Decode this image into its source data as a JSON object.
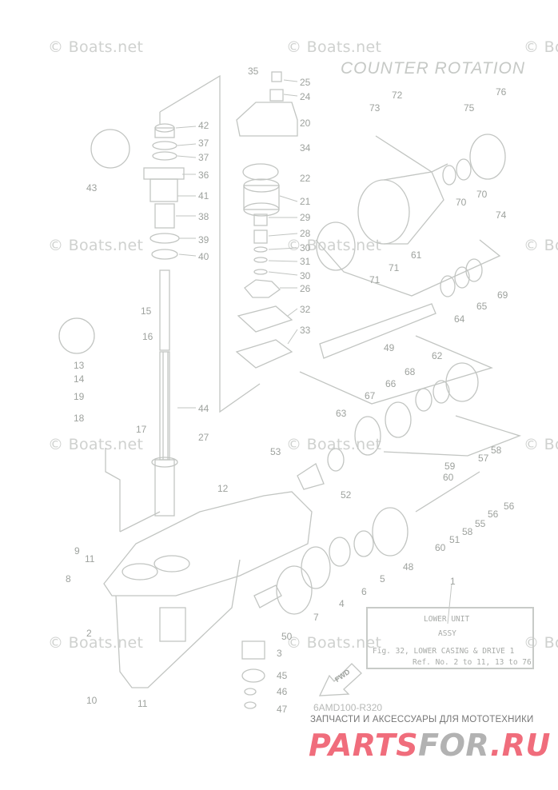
{
  "title": "COUNTER ROTATION",
  "watermark": "© Boats.net",
  "info_box": {
    "line1": "LOWER UNIT",
    "line2": "ASSY",
    "line3": "Fig. 32, LOWER CASING & DRIVE 1",
    "line4": "Ref. No. 2 to 11, 13 to 76"
  },
  "diagram_code": "6AMD100-R320",
  "fwd_label": "FWD",
  "promo_text": "ЗАПЧАСТИ И АКСЕССУАРЫ ДЛЯ МОТОТЕХНИКИ",
  "site_part1": "PARTS",
  "site_part2": "FOR",
  "site_part3": ".RU",
  "colors": {
    "line": "#c2c5c2",
    "text": "#9ea29e",
    "site_red": "#f06d7c",
    "site_gray": "#b2b2b2"
  },
  "callouts": [
    "35",
    "25",
    "24",
    "20",
    "34",
    "22",
    "21",
    "29",
    "28",
    "30",
    "31",
    "30",
    "26",
    "32",
    "33",
    "42",
    "37",
    "37",
    "36",
    "41",
    "38",
    "39",
    "40",
    "43",
    "15",
    "16",
    "13",
    "14",
    "19",
    "18",
    "17",
    "44",
    "27",
    "12",
    "9",
    "11",
    "8",
    "2",
    "10",
    "11",
    "3",
    "45",
    "46",
    "47",
    "50",
    "72",
    "73",
    "76",
    "75",
    "70",
    "70",
    "74",
    "61",
    "71",
    "71",
    "69",
    "65",
    "64",
    "49",
    "62",
    "68",
    "66",
    "67",
    "63",
    "53",
    "52",
    "58",
    "57",
    "59",
    "60",
    "56",
    "56",
    "55",
    "58",
    "51",
    "60",
    "48",
    "5",
    "6",
    "4",
    "7",
    "1"
  ]
}
